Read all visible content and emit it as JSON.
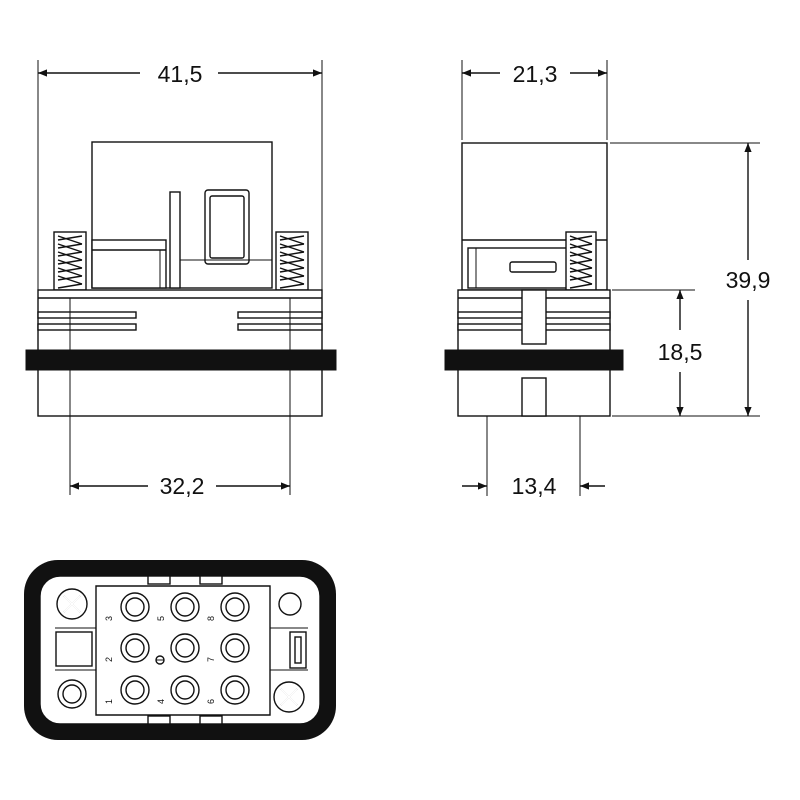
{
  "dimensions": {
    "front_width": "41,5",
    "front_pin_spacing": "32,2",
    "side_width": "21,3",
    "side_height": "39,9",
    "side_lower_height": "18,5",
    "side_pin_spacing": "13,4"
  },
  "contact_numbers": [
    "1",
    "2",
    "3",
    "4",
    "5",
    "6",
    "7",
    "8"
  ]
}
